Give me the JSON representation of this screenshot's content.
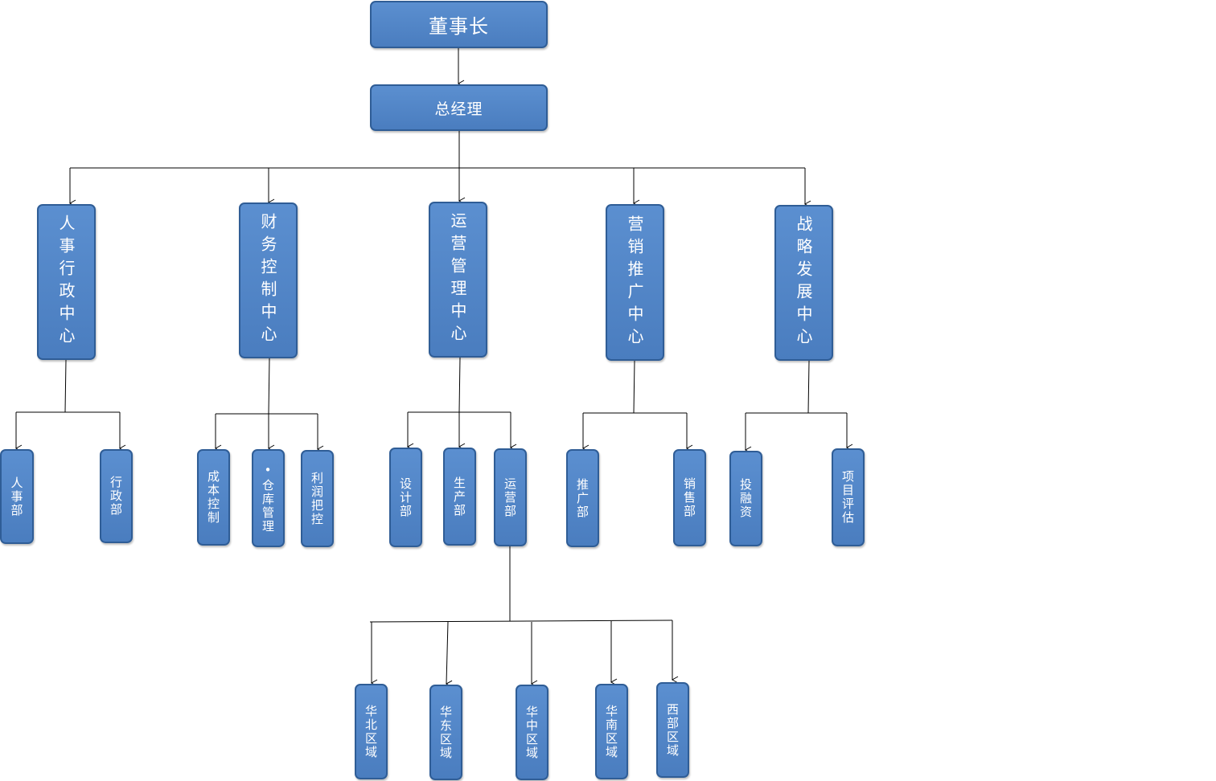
{
  "chairman": "董事长",
  "gm": "总经理",
  "centers": {
    "hr": "人事行政中心",
    "finance": "财务控制中心",
    "ops": "运营管理中心",
    "marketing": "营销推广中心",
    "strategy": "战略发展中心"
  },
  "depts": {
    "hr_dept": "人事部",
    "admin_dept": "行政部",
    "cost": "成本控制",
    "warehouse": "•仓库管理",
    "profit": "利润把控",
    "design": "设计部",
    "production": "生产部",
    "operations": "运营部",
    "promotion": "推广部",
    "sales": "销售部",
    "investment": "投融资",
    "evaluation": "项目评估"
  },
  "regions": {
    "north": "华北区域",
    "east": "华东区域",
    "central": "华中区域",
    "south": "华南区域",
    "west": "西部区域"
  }
}
